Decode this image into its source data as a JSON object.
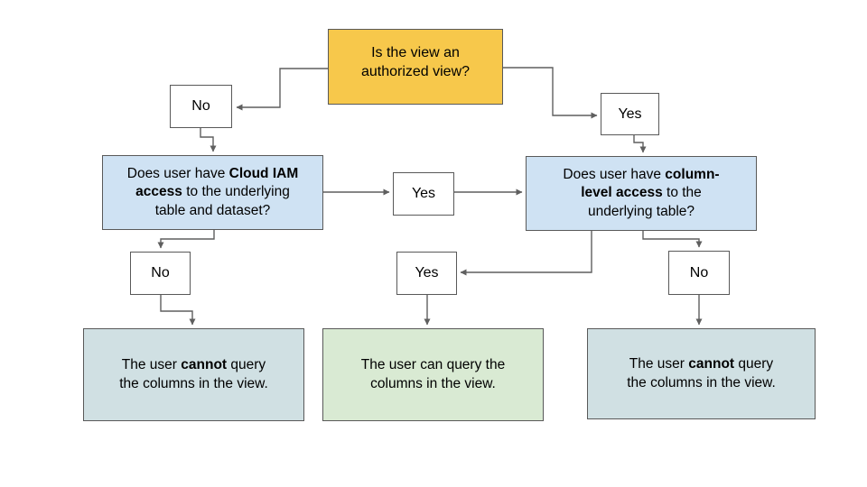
{
  "colors": {
    "canvas": "#ffffff",
    "start_fill": "#f7c84b",
    "decision_fill": "#cfe2f3",
    "outcome_negative_fill": "#d0e0e3",
    "outcome_positive_fill": "#d9ead3",
    "label_fill": "#ffffff",
    "border": "#595959",
    "connector": "#5f5f5f",
    "text": "#000000"
  },
  "flowchart": {
    "start": {
      "line1": "Is the view an",
      "line2": "authorized view?"
    },
    "labels": {
      "no_top_left": "No",
      "yes_top_right": "Yes",
      "yes_middle": "Yes",
      "no_bottom_left": "No",
      "yes_bottom_middle": "Yes",
      "no_bottom_right": "No"
    },
    "decision_left": {
      "parts": [
        {
          "t": "Does user have "
        },
        {
          "t": "Cloud IAM access",
          "b": true
        },
        {
          "t": " to the underlying table and dataset?"
        }
      ]
    },
    "decision_right": {
      "parts": [
        {
          "t": "Does user have "
        },
        {
          "t": "column-level access",
          "b": true
        },
        {
          "t": " to the underlying table?"
        }
      ]
    },
    "outcome_left": {
      "parts": [
        {
          "t": "The user "
        },
        {
          "t": "cannot",
          "b": true
        },
        {
          "t": " query the columns in the view."
        }
      ]
    },
    "outcome_middle": {
      "parts": [
        {
          "t": "The user can query the columns in the view."
        }
      ]
    },
    "outcome_right": {
      "parts": [
        {
          "t": "The user "
        },
        {
          "t": "cannot",
          "b": true
        },
        {
          "t": " query the columns in the view."
        }
      ]
    }
  }
}
